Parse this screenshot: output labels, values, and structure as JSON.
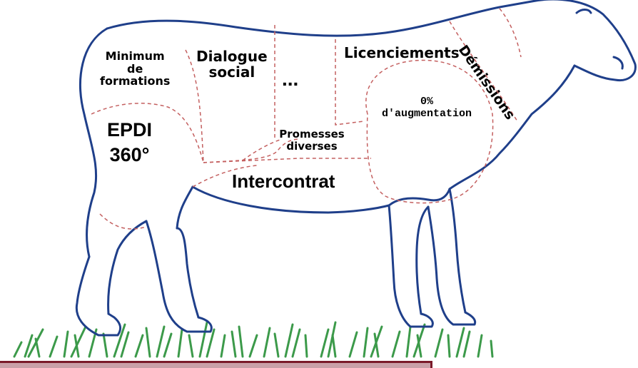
{
  "labels": {
    "minimum_formations": [
      "Minimum",
      "de",
      "formations"
    ],
    "dialogue_social": [
      "Dialogue",
      "social"
    ],
    "ellipsis": "...",
    "licenciements": "Licenciements",
    "demissions": "Démissions",
    "epdi": [
      "EPDI",
      "360°"
    ],
    "zero_augmentation": [
      "0%",
      "d'augmentation"
    ],
    "promesses": [
      "Promesses",
      "diverses"
    ],
    "intercontrat": "Intercontrat"
  },
  "colors": {
    "outline": "#1f3f8a",
    "cut_lines": "#c46060",
    "grass": "#3c9a4a",
    "bar_fill": "#c9a0a8",
    "bar_border": "#7a1a2a"
  }
}
